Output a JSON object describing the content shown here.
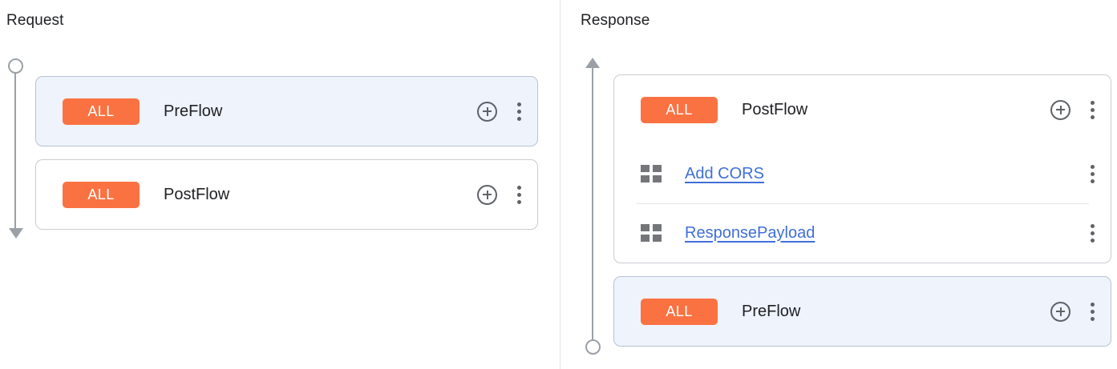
{
  "panels": {
    "request": {
      "title": "Request",
      "rail": {
        "start_node": "circle",
        "end_node": "arrow-down"
      },
      "cards": [
        {
          "id": "req-preflow",
          "selected": true,
          "badge": "ALL",
          "label": "PreFlow",
          "add_icon": "plus-circle-icon",
          "menu_icon": "more-vert-icon",
          "policies": []
        },
        {
          "id": "req-postflow",
          "selected": false,
          "badge": "ALL",
          "label": "PostFlow",
          "add_icon": "plus-circle-icon",
          "menu_icon": "more-vert-icon",
          "policies": []
        }
      ]
    },
    "response": {
      "title": "Response",
      "rail": {
        "start_node": "arrow-up",
        "end_node": "circle"
      },
      "cards": [
        {
          "id": "res-postflow",
          "selected": false,
          "badge": "ALL",
          "label": "PostFlow",
          "add_icon": "plus-circle-icon",
          "menu_icon": "more-vert-icon",
          "policies": [
            {
              "icon": "policy-grid-icon",
              "name": "Add CORS",
              "menu_icon": "more-vert-icon"
            },
            {
              "icon": "policy-grid-icon",
              "name": "ResponsePayload",
              "menu_icon": "more-vert-icon"
            }
          ]
        },
        {
          "id": "res-preflow",
          "selected": true,
          "badge": "ALL",
          "label": "PreFlow",
          "add_icon": "plus-circle-icon",
          "menu_icon": "more-vert-icon",
          "policies": []
        }
      ]
    }
  },
  "colors": {
    "badge_background": "#fb7242",
    "badge_text": "#ffffff",
    "selected_card_background": "#eef3fc",
    "link": "#3f6fd8",
    "rail": "#9aa0a6",
    "card_border": "#c9ccd1",
    "text": "#202124"
  }
}
